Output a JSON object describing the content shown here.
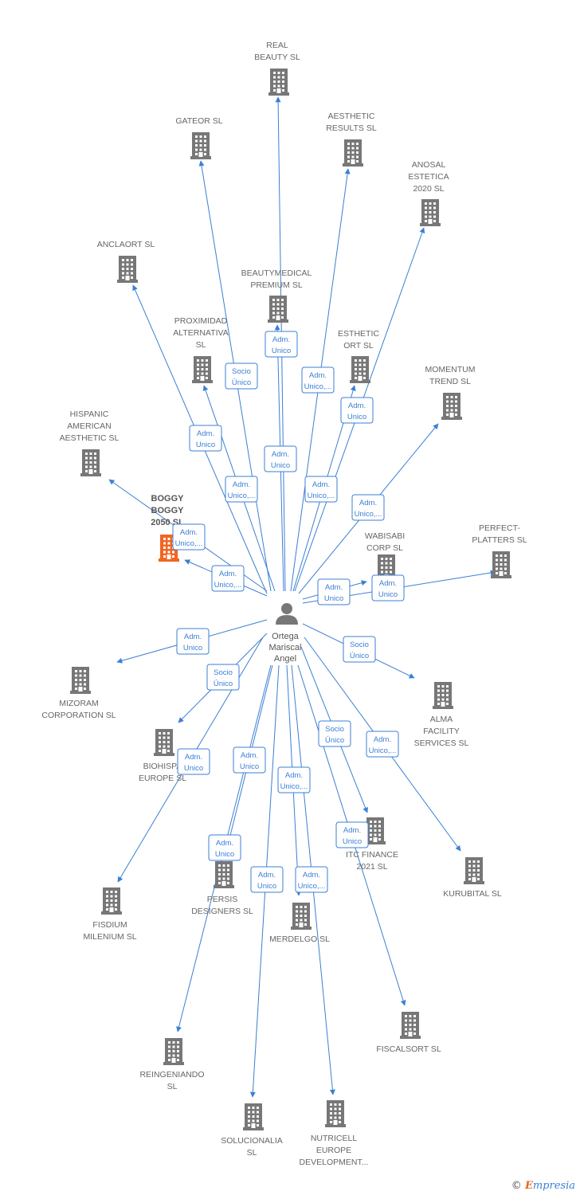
{
  "center": {
    "id": "center",
    "label_lines": [
      "Ortega",
      "Mariscal",
      "Angel"
    ],
    "icon": "person-icon"
  },
  "colors": {
    "edge": "#3b7fd4",
    "building": "#777777",
    "highlight": "#f26522"
  },
  "nodes": [
    {
      "id": "real-beauty",
      "lines": [
        "REAL",
        "BEAUTY  SL"
      ]
    },
    {
      "id": "gateor",
      "lines": [
        "GATEOR SL"
      ]
    },
    {
      "id": "aesthetic-results",
      "lines": [
        "AESTHETIC",
        "RESULTS  SL"
      ]
    },
    {
      "id": "anosal",
      "lines": [
        "ANOSAL",
        "ESTETICA",
        "2020  SL"
      ]
    },
    {
      "id": "anclaort",
      "lines": [
        "ANCLAORT SL"
      ]
    },
    {
      "id": "beautymedical",
      "lines": [
        "BEAUTYMEDICAL",
        "PREMIUM  SL"
      ]
    },
    {
      "id": "proximidad",
      "lines": [
        "PROXIMIDAD",
        "ALTERNATIVA",
        "SL"
      ]
    },
    {
      "id": "esthetic-ort",
      "lines": [
        "ESTHETIC",
        "ORT  SL"
      ]
    },
    {
      "id": "momentum",
      "lines": [
        "MOMENTUM",
        "TREND  SL"
      ]
    },
    {
      "id": "hispanic",
      "lines": [
        "HISPANIC",
        "AMERICAN",
        "AESTHETIC  SL"
      ]
    },
    {
      "id": "boggy",
      "lines": [
        "BOGGY",
        "BOGGY",
        "2050  SL"
      ],
      "highlight": true
    },
    {
      "id": "wabisabi",
      "lines": [
        "WABISABI",
        "CORP  SL"
      ]
    },
    {
      "id": "perfect",
      "lines": [
        "PERFECT-",
        "PLATTERS SL"
      ]
    },
    {
      "id": "mizoram",
      "lines": [
        "MIZORAM",
        "CORPORATION SL"
      ]
    },
    {
      "id": "alma",
      "lines": [
        "ALMA",
        "FACILITY",
        "SERVICES SL"
      ]
    },
    {
      "id": "biohispa",
      "lines": [
        "BIOHISPA",
        "EUROPE  SL"
      ]
    },
    {
      "id": "itc",
      "lines": [
        "ITC FINANCE",
        "2021  SL"
      ]
    },
    {
      "id": "kurubital",
      "lines": [
        "KURUBITAL  SL"
      ]
    },
    {
      "id": "fisdium",
      "lines": [
        "FISDIUM",
        "MILENIUM  SL"
      ]
    },
    {
      "id": "persis",
      "lines": [
        "PERSIS",
        "DESIGNERS SL"
      ]
    },
    {
      "id": "merdelgo",
      "lines": [
        "MERDELGO  SL"
      ]
    },
    {
      "id": "fiscalsort",
      "lines": [
        "FISCALSORT  SL"
      ]
    },
    {
      "id": "reingeniando",
      "lines": [
        "REINGENIANDO",
        "SL"
      ]
    },
    {
      "id": "solucionalia",
      "lines": [
        "SOLUCIONALIA",
        "SL"
      ]
    },
    {
      "id": "nutricell",
      "lines": [
        "NUTRICELL",
        "EUROPE",
        "DEVELOPMENT..."
      ]
    }
  ],
  "edges": [
    {
      "to": "real-beauty",
      "label": [
        "Adm.",
        "Unico"
      ]
    },
    {
      "to": "gateor",
      "label": [
        "Socio",
        "Único"
      ]
    },
    {
      "to": "aesthetic-results",
      "label": [
        "Adm.",
        "Unico,..."
      ]
    },
    {
      "to": "anosal",
      "label": [
        "Adm.",
        "Unico"
      ]
    },
    {
      "to": "anclaort",
      "label": [
        "Adm.",
        "Unico"
      ]
    },
    {
      "to": "beautymedical",
      "label": [
        "Adm.",
        "Unico"
      ]
    },
    {
      "to": "proximidad",
      "label": [
        "Adm.",
        "Unico,..."
      ]
    },
    {
      "to": "esthetic-ort",
      "label": [
        "Adm.",
        "Unico,..."
      ]
    },
    {
      "to": "momentum",
      "label": [
        "Adm.",
        "Unico,..."
      ]
    },
    {
      "to": "hispanic",
      "label": [
        "Adm.",
        "Unico,..."
      ]
    },
    {
      "to": "boggy",
      "label": [
        "Adm.",
        "Unico,..."
      ]
    },
    {
      "to": "wabisabi",
      "label": [
        "Adm.",
        "Unico"
      ]
    },
    {
      "to": "perfect",
      "label": [
        "Adm.",
        "Unico"
      ]
    },
    {
      "to": "mizoram",
      "label": [
        "Adm.",
        "Unico"
      ]
    },
    {
      "to": "alma",
      "label": [
        "Socio",
        "Único"
      ]
    },
    {
      "to": "biohispa",
      "label": [
        "Socio",
        "Único"
      ]
    },
    {
      "to": "itc",
      "label": [
        "Socio",
        "Único"
      ]
    },
    {
      "to": "kurubital",
      "label": [
        "Adm.",
        "Unico,..."
      ]
    },
    {
      "to": "fisdium",
      "label": [
        "Adm.",
        "Unico"
      ]
    },
    {
      "to": "persis",
      "label": [
        "Adm.",
        "Unico"
      ]
    },
    {
      "to": "merdelgo",
      "label": [
        "Adm.",
        "Unico,..."
      ]
    },
    {
      "to": "fiscalsort",
      "label": [
        "Adm.",
        "Unico"
      ]
    },
    {
      "to": "reingeniando",
      "label": [
        "Adm.",
        "Unico"
      ]
    },
    {
      "to": "solucionalia",
      "label": [
        "Adm.",
        "Unico"
      ]
    },
    {
      "to": "nutricell",
      "label": [
        "Adm.",
        "Unico,..."
      ]
    }
  ],
  "copyright": {
    "symbol": "©",
    "brand_first": "E",
    "brand_rest": "mpresia"
  }
}
